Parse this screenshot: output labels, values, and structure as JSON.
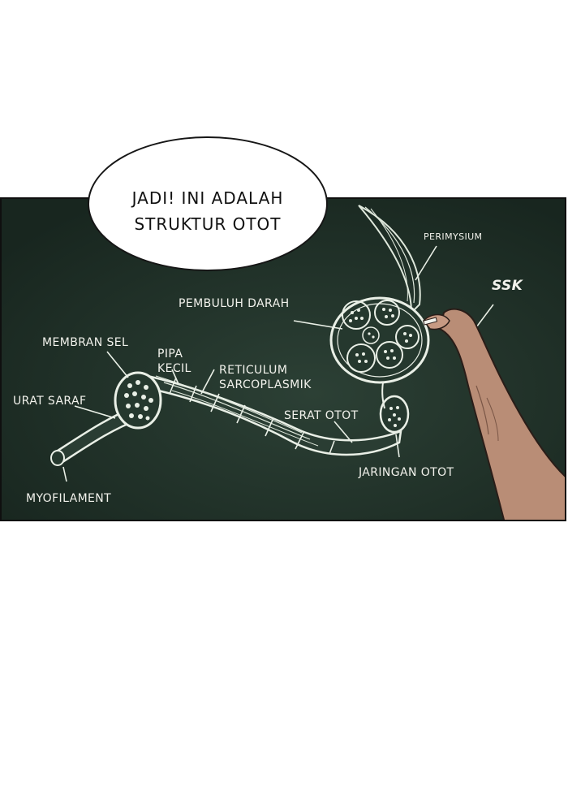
{
  "speech_bubble": {
    "line1": "JADI! INI ADALAH",
    "line2": "STRUKTUR OTOT"
  },
  "diagram_labels": {
    "perimysium": "PERIMYSIUM",
    "ssk": "SSK",
    "pembuluh_darah": "PEMBULUH DARAH",
    "membran_sel": "MEMBRAN SEL",
    "pipa": "PIPA",
    "kecil": "KECIL",
    "reticulum": "RETICULUM",
    "sarcoplasmik": "SARCOPLASMIK",
    "urat_saraf": "URAT SARAF",
    "serat_otot": "SERAT OTOT",
    "jaringan_otot": "JARINGAN OTOT",
    "myofilament": "MYOFILAMENT"
  },
  "colors": {
    "chalkboard": "#1f3028",
    "chalk": "#e9efe6",
    "arm": "#b98d76"
  }
}
